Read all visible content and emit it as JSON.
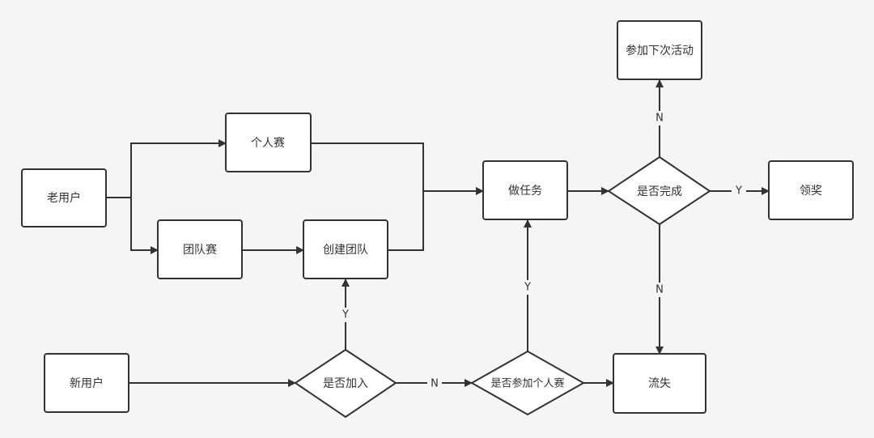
{
  "nodes": {
    "old_user": "老用户",
    "individual": "个人赛",
    "team": "团队赛",
    "create_team": "创建团队",
    "do_task": "做任务",
    "is_complete": "是否完成",
    "next_activity": "参加下次活动",
    "reward": "领奖",
    "new_user": "新用户",
    "is_join": "是否加入",
    "is_individual": "是否参加个人赛",
    "churn": "流失"
  },
  "edge_labels": {
    "complete_no_up": "N",
    "complete_yes": "Y",
    "complete_no_down": "N",
    "join_yes": "Y",
    "join_no": "N",
    "individual_yes": "Y"
  }
}
